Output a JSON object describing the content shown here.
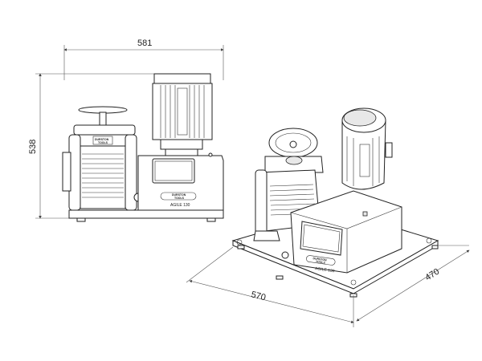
{
  "front_view": {
    "width_dimension": "581",
    "height_dimension": "538",
    "brand_logo": [
      "DURSTON",
      "TOOLS"
    ],
    "model_label": "AGILE 130"
  },
  "iso_view": {
    "length_dimension": "570",
    "depth_dimension": "470",
    "brand_logo": [
      "DURSTON",
      "TOOLS"
    ],
    "model_label": "AGILE 130"
  }
}
